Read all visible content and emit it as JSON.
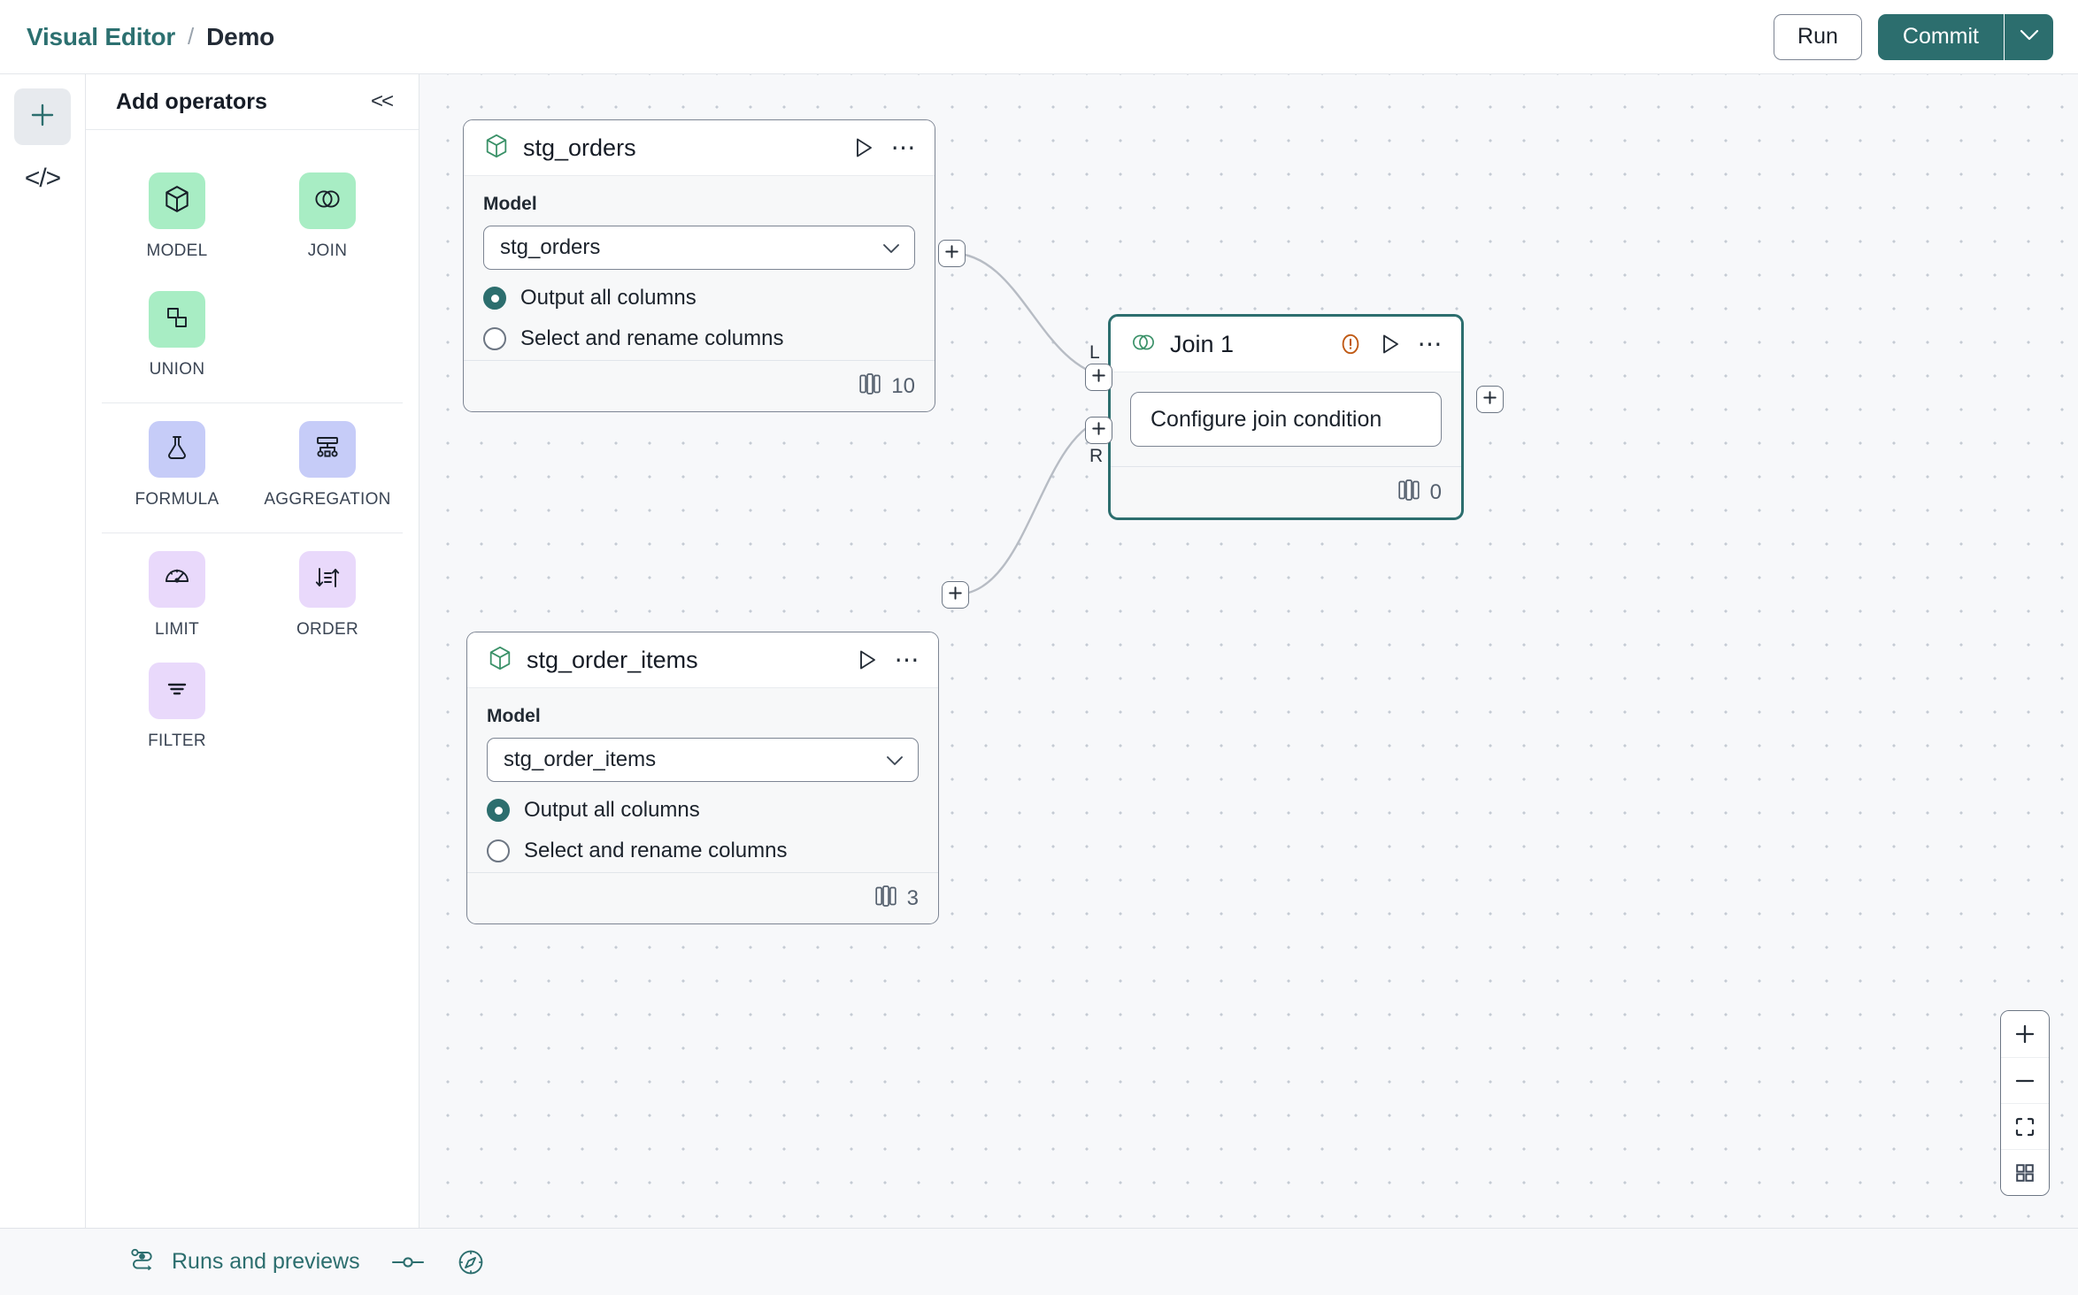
{
  "header": {
    "breadcrumb_root": "Visual Editor",
    "breadcrumb_sep": "/",
    "breadcrumb_leaf": "Demo",
    "run_label": "Run",
    "commit_label": "Commit",
    "commit_caret_icon": "chevron-down-icon"
  },
  "rail": {
    "items": [
      {
        "icon": "plus-icon",
        "active": true
      },
      {
        "icon": "code-brackets-icon",
        "label": "</>",
        "active": false
      }
    ]
  },
  "panel": {
    "title": "Add operators",
    "collapse_label": "<<",
    "groups": [
      {
        "operators": [
          {
            "label": "MODEL",
            "icon": "cube-icon",
            "color": "#a8edc4"
          },
          {
            "label": "JOIN",
            "icon": "venn-icon",
            "color": "#a8edc4"
          },
          {
            "label": "UNION",
            "icon": "union-shapes-icon",
            "color": "#a8edc4"
          }
        ]
      },
      {
        "operators": [
          {
            "label": "FORMULA",
            "icon": "flask-icon",
            "color": "#c6ccf8"
          },
          {
            "label": "AGGREGATION",
            "icon": "aggregation-tree-icon",
            "color": "#c6ccf8"
          }
        ]
      },
      {
        "operators": [
          {
            "label": "LIMIT",
            "icon": "gauge-icon",
            "color": "#e9d9fb"
          },
          {
            "label": "ORDER",
            "icon": "sort-icon",
            "color": "#e9d9fb"
          }
        ]
      },
      {
        "operators": [
          {
            "label": "FILTER",
            "icon": "filter-icon",
            "color": "#e9d9fb"
          }
        ]
      }
    ]
  },
  "canvas": {
    "nodes": [
      {
        "id": "stg_orders",
        "type": "model",
        "title": "stg_orders",
        "icon": "cube-icon",
        "field_label": "Model",
        "select_value": "stg_orders",
        "options": [
          {
            "label": "Output all columns",
            "checked": true
          },
          {
            "label": "Select and rename columns",
            "checked": false
          }
        ],
        "column_count": "10",
        "selected": false
      },
      {
        "id": "stg_order_items",
        "type": "model",
        "title": "stg_order_items",
        "icon": "cube-icon",
        "field_label": "Model",
        "select_value": "stg_order_items",
        "options": [
          {
            "label": "Output all columns",
            "checked": true
          },
          {
            "label": "Select and rename columns",
            "checked": false
          }
        ],
        "column_count": "3",
        "selected": false
      },
      {
        "id": "join_1",
        "type": "join",
        "title": "Join 1",
        "icon": "venn-icon",
        "warning_icon": "warning-circle-icon",
        "button_label": "Configure join condition",
        "column_count": "0",
        "selected": true,
        "input_handles": [
          {
            "label": "L"
          },
          {
            "label": "R"
          }
        ]
      }
    ],
    "handle_icon": "plus-icon",
    "zoom_controls": [
      {
        "icon": "zoom-in-icon",
        "label": "+"
      },
      {
        "icon": "zoom-out-icon",
        "label": "−"
      },
      {
        "icon": "fit-view-icon"
      },
      {
        "icon": "grid-toggle-icon"
      }
    ]
  },
  "footer": {
    "runs_label": "Runs and previews",
    "runs_icon": "runs-flow-icon",
    "toggle_icon": "slider-toggle-icon",
    "compass_icon": "compass-icon"
  },
  "colors": {
    "accent_teal": "#2c6e6e",
    "warning_orange": "#c05a15",
    "node_green": "#3a9168",
    "canvas_bg": "#f7f8fa"
  }
}
